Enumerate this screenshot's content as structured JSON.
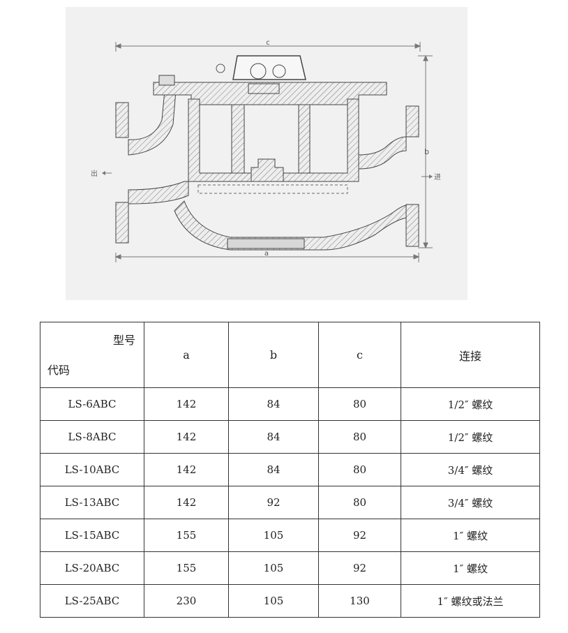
{
  "drawing": {
    "dim_c": "c",
    "dim_b": "b",
    "dim_a": "a",
    "outlet": "出",
    "inlet": "进"
  },
  "table": {
    "header": {
      "diag_top": "型号",
      "diag_bottom": "代码",
      "a": "a",
      "b": "b",
      "c": "c",
      "connection": "连接"
    },
    "rows": [
      {
        "model": "LS-6ABC",
        "a": "142",
        "b": "84",
        "c": "80",
        "connection": "1/2″ 螺纹"
      },
      {
        "model": "LS-8ABC",
        "a": "142",
        "b": "84",
        "c": "80",
        "connection": "1/2″ 螺纹"
      },
      {
        "model": "LS-10ABC",
        "a": "142",
        "b": "84",
        "c": "80",
        "connection": "3/4″ 螺纹"
      },
      {
        "model": "LS-13ABC",
        "a": "142",
        "b": "92",
        "c": "80",
        "connection": "3/4″ 螺纹"
      },
      {
        "model": "LS-15ABC",
        "a": "155",
        "b": "105",
        "c": "92",
        "connection": "1″  螺纹"
      },
      {
        "model": "LS-20ABC",
        "a": "155",
        "b": "105",
        "c": "92",
        "connection": "1″  螺纹"
      },
      {
        "model": "LS-25ABC",
        "a": "230",
        "b": "105",
        "c": "130",
        "connection": "1″ 螺纹或法兰"
      }
    ]
  }
}
